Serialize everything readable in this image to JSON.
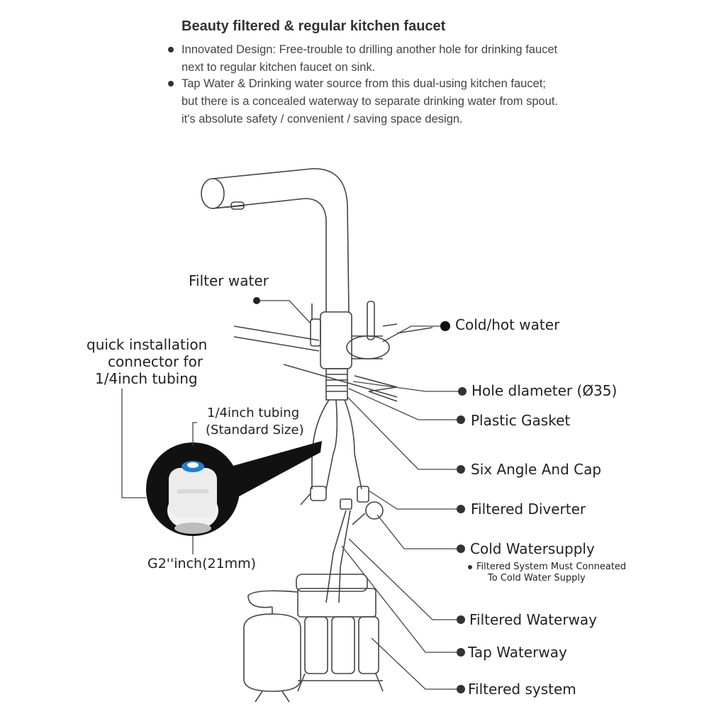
{
  "heading": "Beauty filtered & regular kitchen faucet",
  "bullets": [
    "Innovated Design: Free-trouble to drilling another hole for drinking faucet next to regular kitchen faucet on sink.",
    "Tap Water & Drinking water source from this dual-using kitchen faucet; but there is a concealed waterway to separate drinking water from spout. it's absolute safety / convenient / saving space design."
  ],
  "labels": {
    "filter_water": "Filter water",
    "cold_hot_water": "Cold/hot water",
    "quick_install_1": "quick installation",
    "quick_install_2": "connector for",
    "quick_install_3": "1/4inch tubing",
    "tubing_1": "1/4inch tubing",
    "tubing_2": "(Standard Size)",
    "g2_inch": "G2''inch(21mm)",
    "hole_diameter": "Hole dlameter (Ø35)",
    "plastic_gasket": "Plastic Gasket",
    "six_angle": "Six Angle And Cap",
    "filtered_diverter": "Filtered Diverter",
    "cold_watersupply": "Cold Watersupply",
    "note_1": "Filtered System Must Conneated",
    "note_2": "To Cold Water Supply",
    "filtered_waterway": "Filtered Waterway",
    "tap_waterway": "Tap Waterway",
    "filtered_system": "Filtered system"
  },
  "colors": {
    "connector_blue": "#1e7fd1",
    "ink": "#222222"
  }
}
